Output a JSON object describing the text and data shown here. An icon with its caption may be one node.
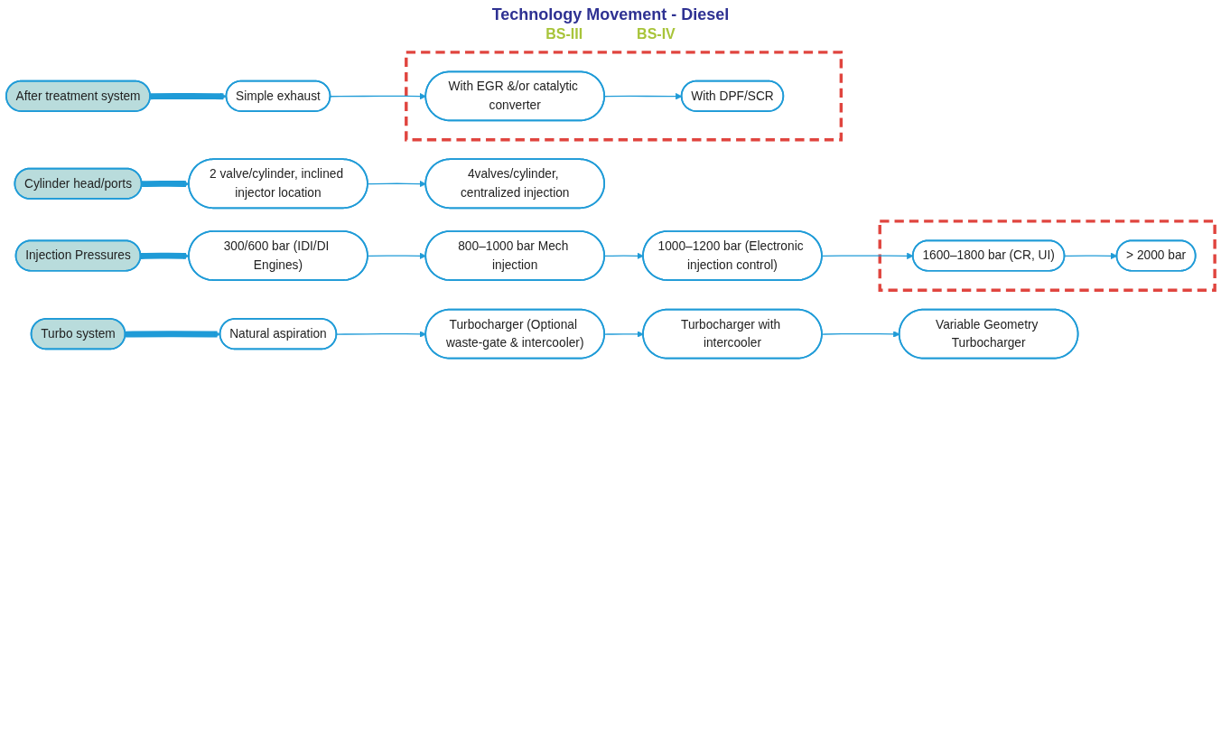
{
  "diagram": {
    "title": "Technology Movement - Diesel",
    "nodes": [
      {
        "text": [
          "Injection Pressures"
        ]
      },
      {
        "text": [
          "300/600 bar (IDI/DI Engines)"
        ]
      },
      {
        "text": [
          "800–1000 bar Mech injection"
        ]
      },
      {
        "text": [
          "1000–1200 bar (Electronic injection control)"
        ]
      },
      {
        "text": [],
        "shape": "box"
      },
      {
        "text": [
          "1600–1800 bar (CR, UI)"
        ],
        "in": 4
      },
      {
        "text": [
          "> 2000 bar"
        ],
        "in": 4
      },
      {
        "text": [
          "Cylinder head/ports"
        ]
      },
      {
        "text": [
          "2 valve/cylinder, inclined injector location"
        ]
      },
      {
        "text": [
          "4valves/cylinder, centralized injection"
        ]
      },
      {
        "text": [
          "Turbo system"
        ]
      },
      {
        "text": [
          "Natural aspiration"
        ]
      },
      {
        "text": [
          "Turbocharger (Optional waste-gate & intercooler)"
        ]
      },
      {
        "text": [
          "Turbocharger with intercooler"
        ]
      },
      {
        "text": [
          "Variable Geometry Turbocharger"
        ]
      },
      {
        "text": [
          "After treatment system"
        ]
      },
      {
        "text": [
          "Simple exhaust"
        ]
      },
      {
        "text": [],
        "shape": "box"
      },
      {
        "text": [
          "With EGR &/or catalytic converter"
        ],
        "in": 17
      },
      {
        "text": [
          "With DPF/SCR"
        ],
        "in": 17
      }
    ],
    "edges": [
      {
        "from": 0,
        "to": 1,
        "arrow": "to",
        "style": "thick"
      },
      {
        "from": 1,
        "to": 2,
        "arrow": "to"
      },
      {
        "from": 2,
        "to": 3,
        "arrow": "to"
      },
      {
        "from": 3,
        "to": 5,
        "arrow": "to"
      },
      {
        "from": 5,
        "to": 6,
        "arrow": "to"
      },
      {
        "from": 7,
        "to": 8,
        "arrow": "to",
        "style": "thick"
      },
      {
        "from": 8,
        "to": 9,
        "arrow": "to"
      },
      {
        "from": 10,
        "to": 11,
        "arrow": "to",
        "style": "thick"
      },
      {
        "from": 11,
        "to": 12,
        "arrow": "to"
      },
      {
        "from": 12,
        "to": 13,
        "arrow": "to"
      },
      {
        "from": 13,
        "to": 14,
        "arrow": "to"
      },
      {
        "from": 15,
        "to": 16,
        "arrow": "to",
        "style": "thick"
      },
      {
        "from": 16,
        "to": 18,
        "arrow": "to"
      },
      {
        "from": 18,
        "to": 19,
        "arrow": "to"
      }
    ],
    "labels": [
      "BS-III",
      "BS-IV"
    ]
  }
}
